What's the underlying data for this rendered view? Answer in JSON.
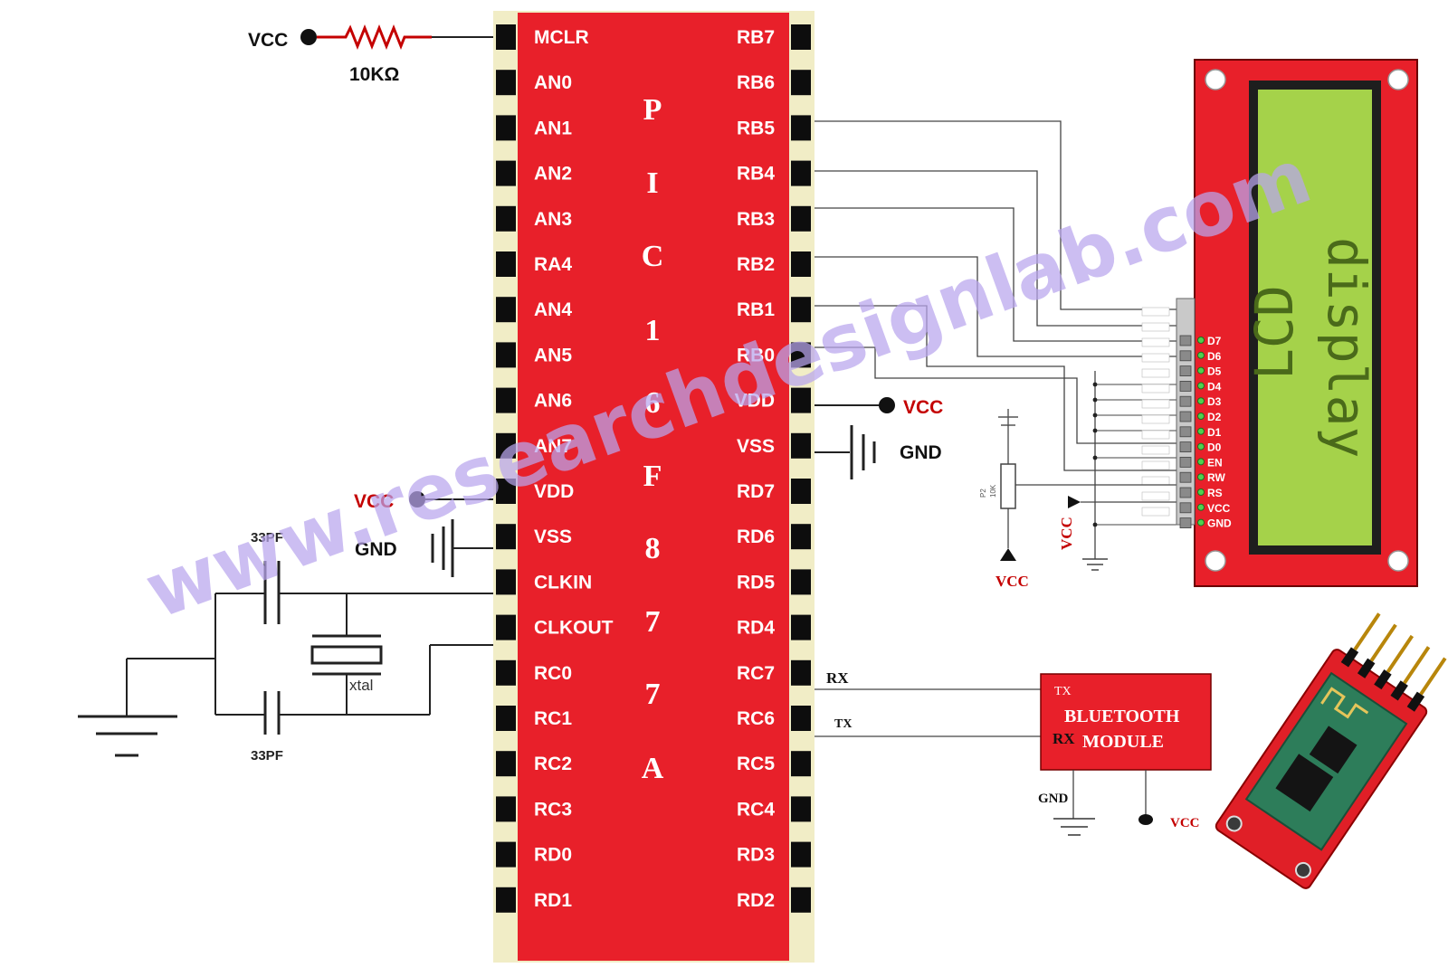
{
  "chip": {
    "name_letters": [
      "P",
      "I",
      "C",
      "1",
      "6",
      "F",
      "8",
      "7",
      "7",
      "A"
    ],
    "left_pins": [
      "MCLR",
      "AN0",
      "AN1",
      "AN2",
      "AN3",
      "RA4",
      "AN4",
      "AN5",
      "AN6",
      "AN7",
      "VDD",
      "VSS",
      "CLKIN",
      "CLKOUT",
      "RC0",
      "RC1",
      "RC2",
      "RC3",
      "RD0",
      "RD1"
    ],
    "right_pins": [
      "RB7",
      "RB6",
      "RB5",
      "RB4",
      "RB3",
      "RB2",
      "RB1",
      "RB0",
      "VDD",
      "VSS",
      "RD7",
      "RD6",
      "RD5",
      "RD4",
      "RC7",
      "RC6",
      "RC5",
      "RC4",
      "RD3",
      "RD2"
    ],
    "color": "#e8202a"
  },
  "labels": {
    "mclr_vcc": "VCC",
    "mclr_resistor": "10KΩ",
    "vdd_vcc_left": "VCC",
    "vss_gnd_left": "GND",
    "cap_top": "33PF",
    "cap_bottom": "33PF",
    "crystal": "xtal",
    "vdd_vcc_right": "VCC",
    "vss_gnd_right": "GND",
    "rx": "RX",
    "tx": "TX",
    "pot_vcc_side": "VCC",
    "pot_vcc_bottom": "VCC",
    "pot_label": "10K",
    "pot_name": "P2"
  },
  "lcd": {
    "pins": [
      "D7",
      "D6",
      "D5",
      "D4",
      "D3",
      "D2",
      "D1",
      "D0",
      "EN",
      "RW",
      "RS",
      "VCC",
      "GND"
    ],
    "line1": "LCD",
    "line2": "display",
    "color": "#e8202a",
    "screen_color": "#a5d24a"
  },
  "bluetooth": {
    "title_line1": "BLUETOOTH",
    "title_line2": "MODULE",
    "tx": "TX",
    "rx": "RX",
    "gnd": "GND",
    "vcc": "VCC",
    "color": "#e8202a"
  },
  "watermark": "www.researchdesignlab.com"
}
